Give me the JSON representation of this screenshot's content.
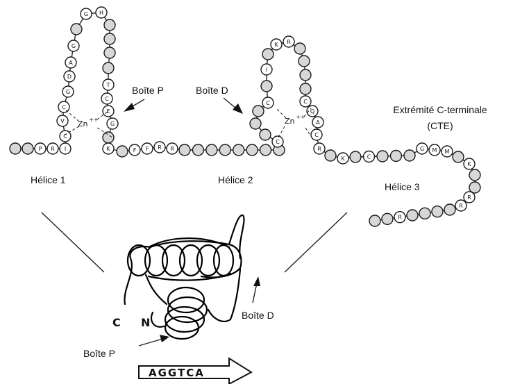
{
  "labels": {
    "helix1": "Hélice 1",
    "helix2": "Hélice 2",
    "helix3": "Hélice 3",
    "boxP_top": "Boîte P",
    "boxD_top": "Boîte D",
    "cte_line1": "Extrémité C-terminale",
    "cte_line2": "(CTE)",
    "boxD_bottom": "Boîte D",
    "boxP_bottom": "Boîte P",
    "c_terminal": "C",
    "n_terminal": "N",
    "dna_sequence": "AGGTCA",
    "zinc1": "Zn",
    "zinc2": "Zn",
    "zinc_charge": "++"
  },
  "finger1_letters": {
    "left_arm": [
      "G",
      "A",
      "D",
      "G",
      "C",
      "V",
      "C",
      "I",
      "R",
      "P"
    ],
    "top": [
      "H"
    ],
    "right_arm": [
      "T",
      "C",
      "E",
      "G",
      "K"
    ]
  },
  "linker_letters": [
    "F",
    "F",
    "R",
    "R"
  ],
  "finger2_letters": {
    "top": [
      "K",
      "R"
    ],
    "left_arm": [
      "I",
      "C"
    ],
    "right_arm": [
      "C",
      "Q",
      "A",
      "C",
      "R"
    ],
    "bottom": [
      "C"
    ]
  },
  "cte_letters": [
    "K",
    "C",
    "G",
    "M",
    "M",
    "K",
    "R",
    "R",
    "R"
  ]
}
